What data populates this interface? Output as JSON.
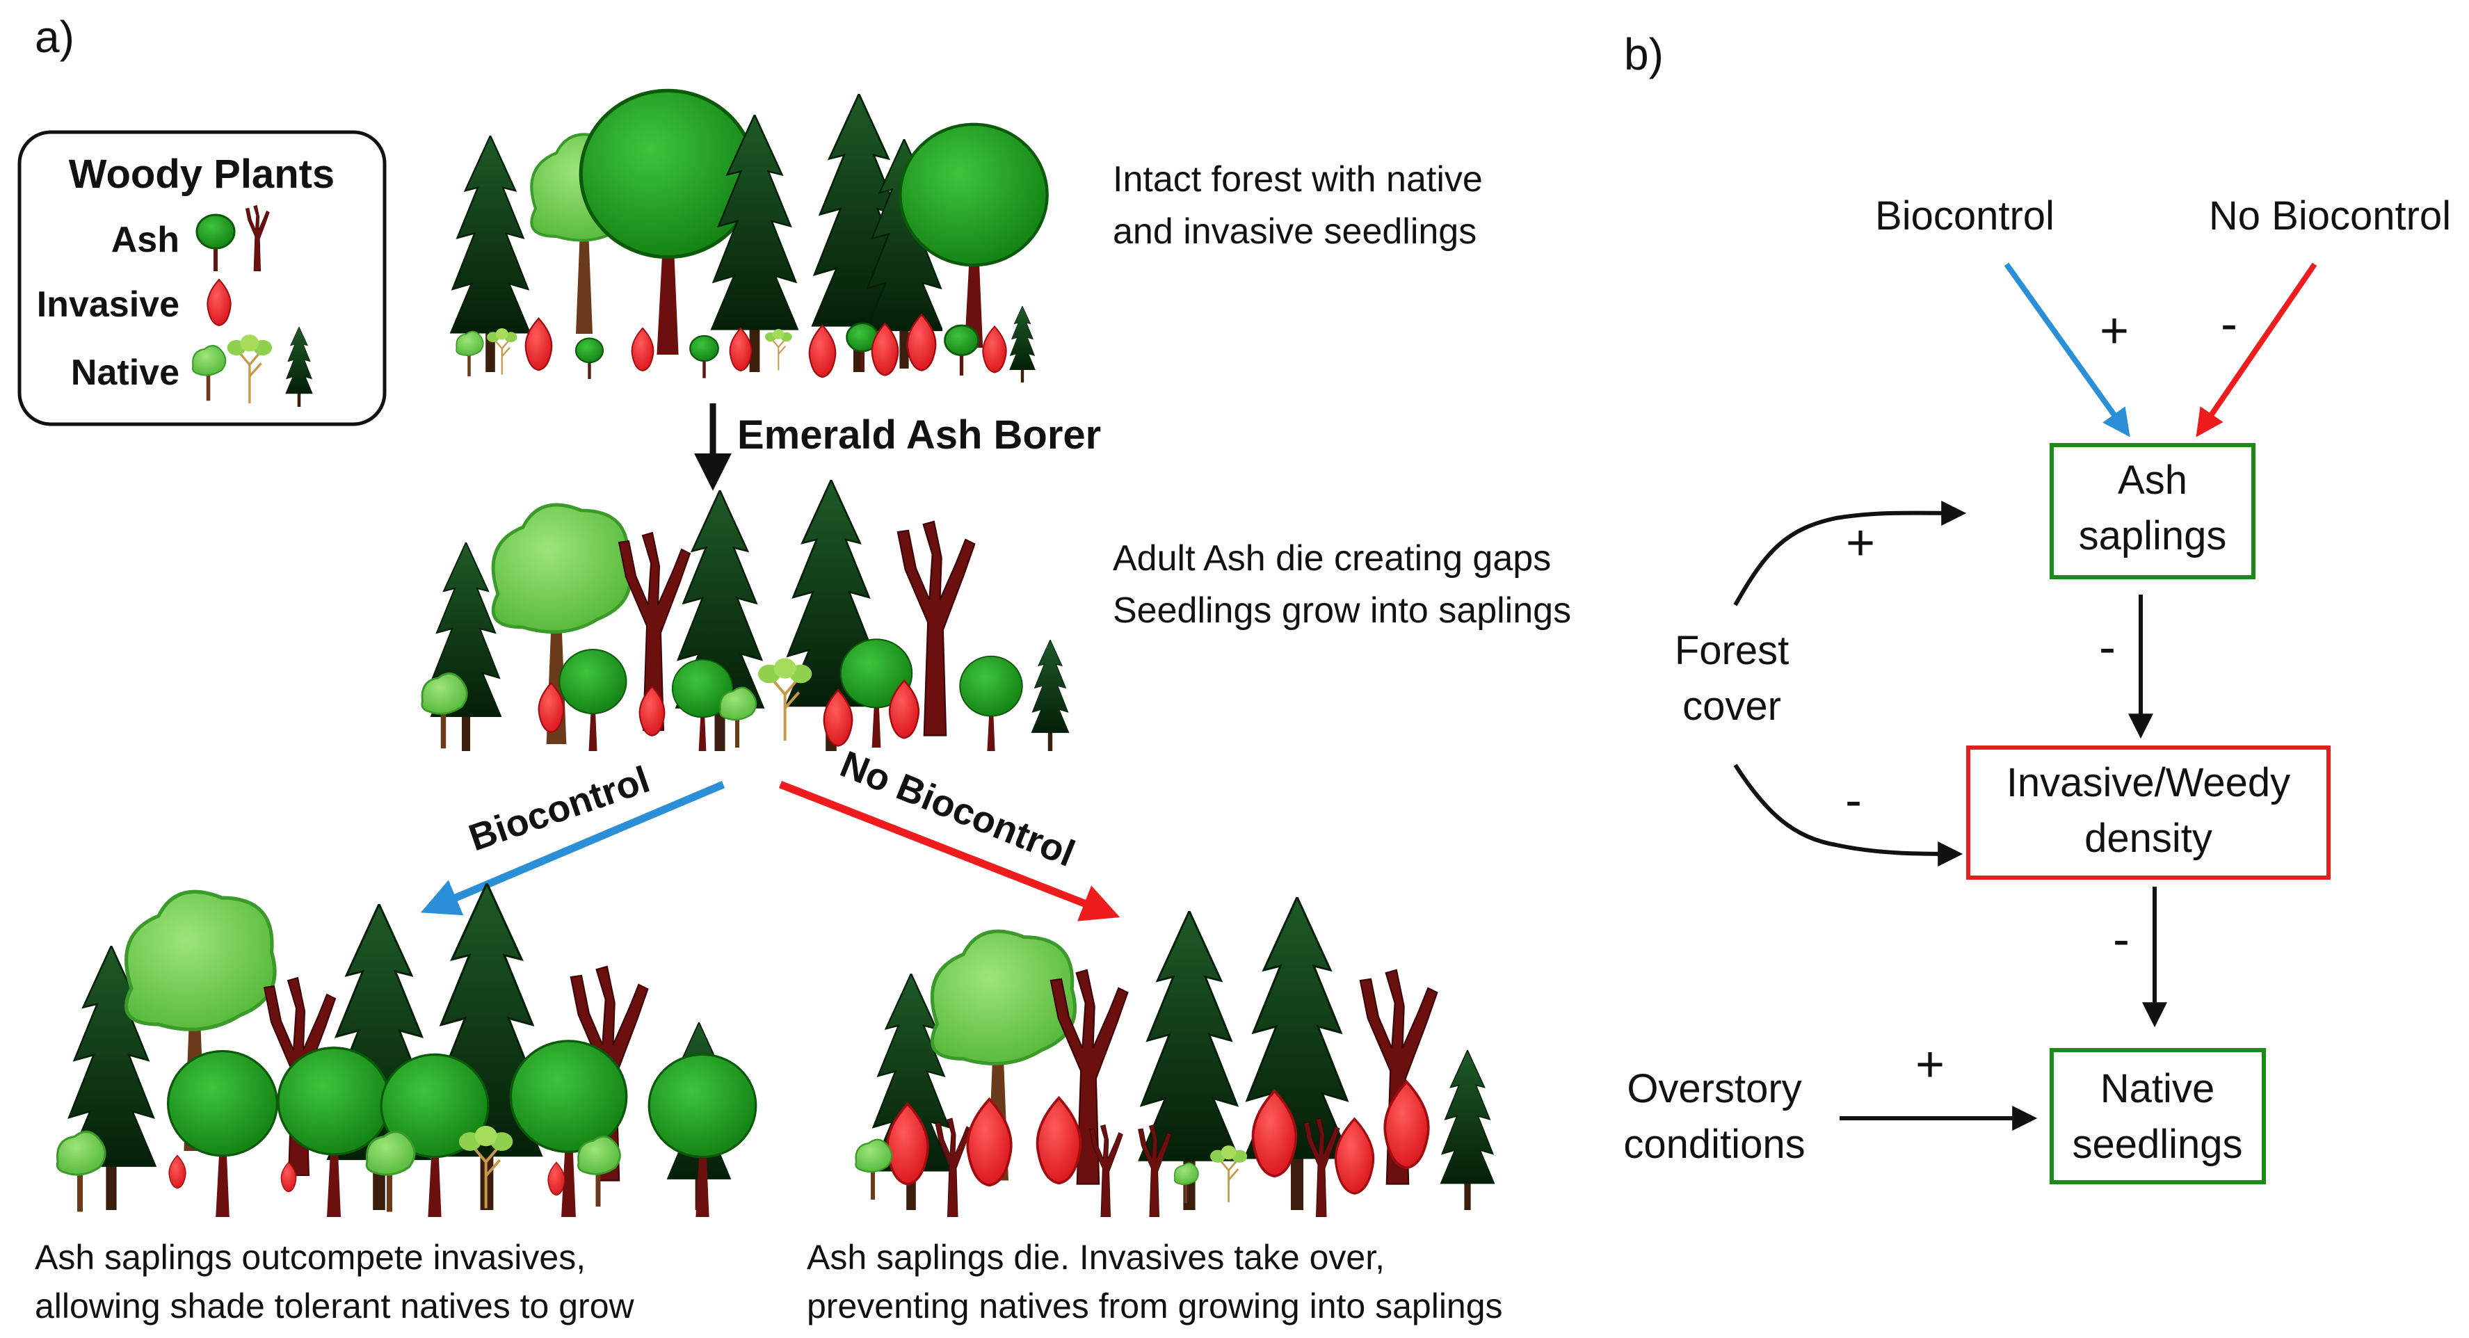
{
  "panel_a": {
    "label": "a)",
    "legend": {
      "title": "Woody Plants",
      "ash": "Ash",
      "invasive": "Invasive",
      "native": "Native"
    },
    "scene1_caption": [
      "Intact forest with native",
      "and invasive seedlings"
    ],
    "arrow_eab_label": "Emerald Ash  Borer",
    "scene2_caption": [
      "Adult Ash die creating gaps",
      "Seedlings grow into saplings"
    ],
    "branch_biocontrol_label": "Biocontrol",
    "branch_nobiocontrol_label": "No Biocontrol",
    "scene3_caption": [
      "Ash saplings outcompete invasives,",
      "allowing shade tolerant natives to grow"
    ],
    "scene4_caption": [
      "Ash saplings die. Invasives take over,",
      "preventing natives from growing into saplings"
    ]
  },
  "panel_b": {
    "label": "b)",
    "biocontrol": "Biocontrol",
    "no_biocontrol": "No Biocontrol",
    "ash_saplings": [
      "Ash",
      "saplings"
    ],
    "invasive_density": [
      "Invasive/Weedy",
      "density"
    ],
    "native_seedlings": [
      "Native",
      "seedlings"
    ],
    "forest_cover": [
      "Forest",
      "cover"
    ],
    "overstory": [
      "Overstory",
      "conditions"
    ],
    "signs": {
      "biocontrol_to_ash": "+",
      "nobiocontrol_to_ash": "-",
      "forest_to_ash": "+",
      "ash_to_invasive": "-",
      "forest_to_invasive": "-",
      "invasive_to_native": "-",
      "overstory_to_native": "+"
    }
  },
  "colors": {
    "ash_adult": "#1fa31f",
    "ash_dead": "#6b0f0f",
    "invasive": "#e21f26",
    "native_light": "#77d44f",
    "conifer": "#0d3b12",
    "biocontrol_arrow": "#2a8fd6",
    "nobiocontrol_arrow": "#ee1c1c",
    "box_green": "#1b8a1b",
    "box_red": "#e0201f"
  }
}
